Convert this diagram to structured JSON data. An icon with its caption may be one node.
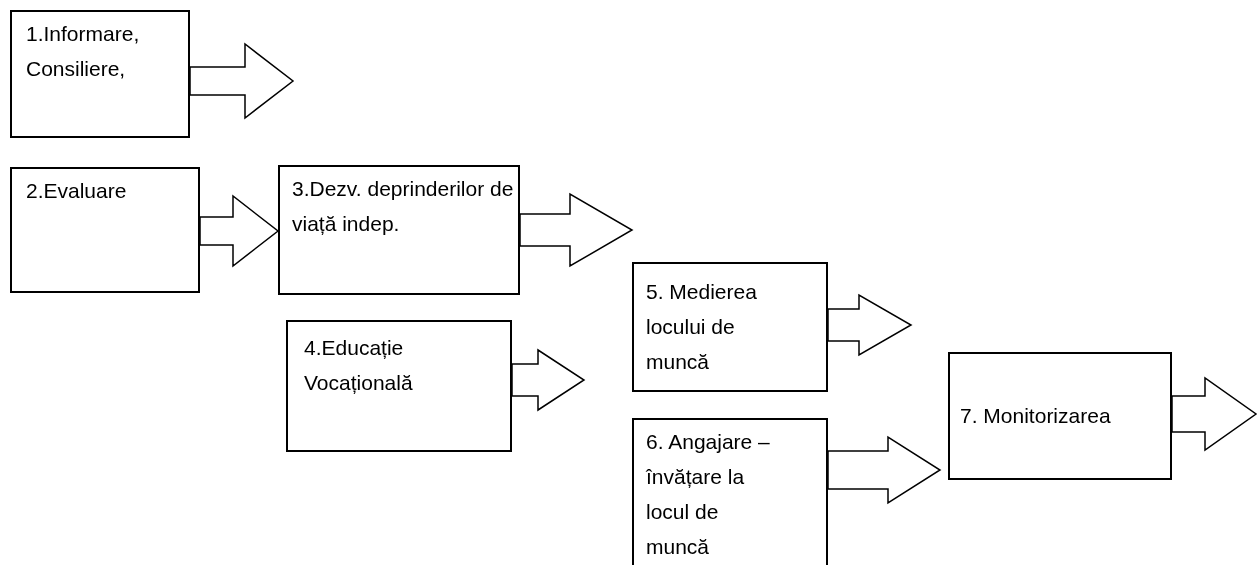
{
  "diagram": {
    "nodes": [
      {
        "text": [
          "1.Informare, Consiliere,"
        ]
      },
      {
        "text": [
          "2.Evaluare"
        ]
      },
      {
        "text": [
          "3.Dezv. deprinderilor de viață indep."
        ]
      },
      {
        "text": [
          "4.Educație Vocațională"
        ]
      },
      {
        "text": [
          "5. Medierea locului de muncă"
        ]
      },
      {
        "text": [
          "6. Angajare – învățare la locul de muncă"
        ]
      },
      {
        "text": [
          "7. Monitorizarea"
        ]
      }
    ],
    "edges": [
      {
        "from": 0,
        "to": null,
        "arrow": "to"
      },
      {
        "from": 1,
        "to": 2,
        "arrow": "to"
      },
      {
        "from": 2,
        "to": null,
        "arrow": "to"
      },
      {
        "from": 3,
        "to": null,
        "arrow": "to"
      },
      {
        "from": 4,
        "to": null,
        "arrow": "to"
      },
      {
        "from": 5,
        "to": null,
        "arrow": "to"
      },
      {
        "from": 6,
        "to": null,
        "arrow": "to"
      }
    ]
  }
}
